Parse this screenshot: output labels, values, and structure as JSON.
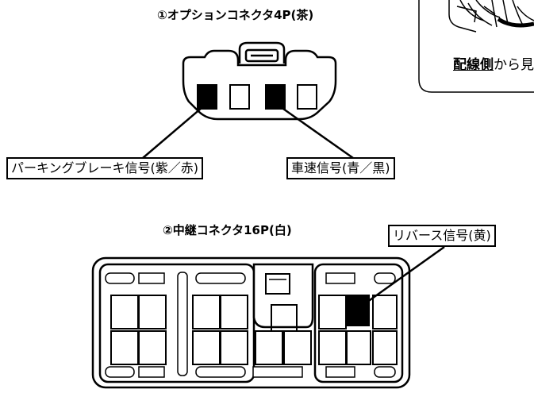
{
  "connector1": {
    "title": "①オプションコネクタ4P(茶)"
  },
  "connector2": {
    "title": "②中継コネクタ16P(白)"
  },
  "labels": {
    "parking_brake": "パーキングブレーキ信号(紫／赤)",
    "vehicle_speed": "車速信号(青／黒)",
    "reverse": "リバース信号(黄)"
  },
  "wiring_note": {
    "bold_underlined": "配線側",
    "rest": "から見"
  },
  "colors": {
    "line": "#000000",
    "pin_filled": "#000000",
    "background": "#ffffff"
  }
}
